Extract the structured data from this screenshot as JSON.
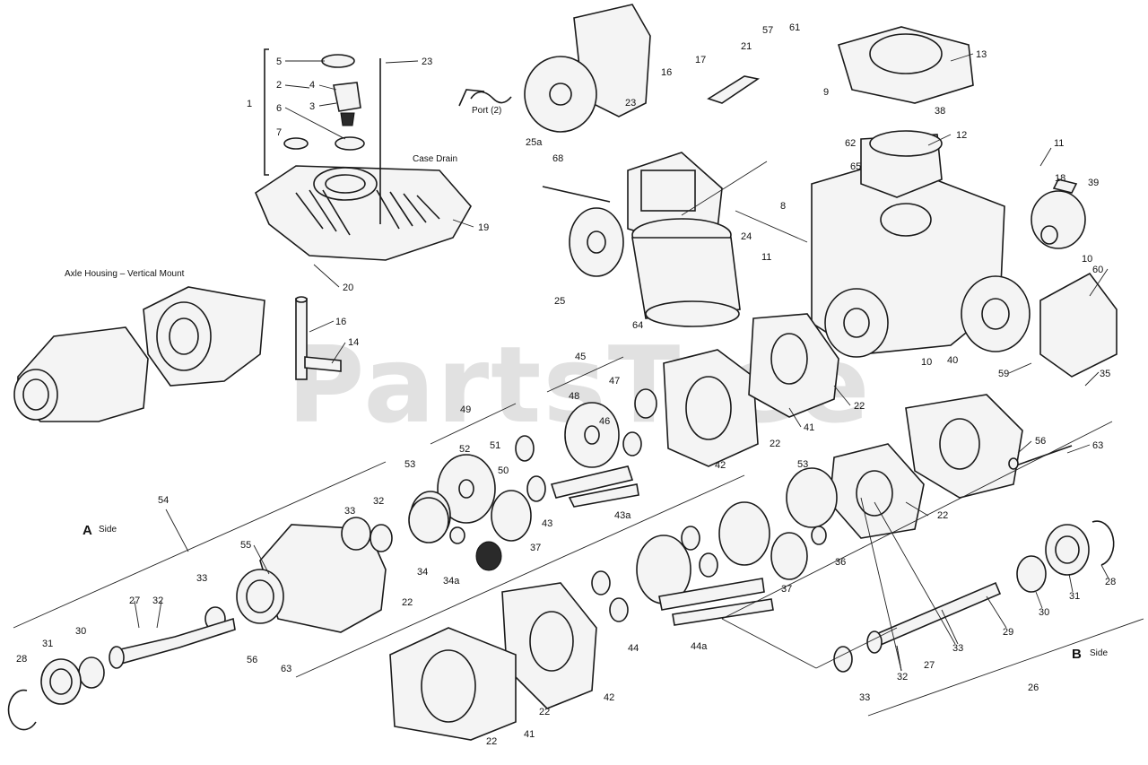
{
  "watermark": "PartsTree",
  "captions": {
    "axle_housing": "Axle Housing – Vertical Mount",
    "case_drain": "Case Drain",
    "port": "Port (2)",
    "side_a_letter": "A",
    "side_a_word": "Side",
    "side_b_letter": "B",
    "side_b_word": "Side"
  },
  "callouts": [
    "5",
    "23",
    "4",
    "2",
    "3",
    "1",
    "6",
    "7",
    "19",
    "20",
    "16",
    "14",
    "25a",
    "23",
    "68",
    "25",
    "64",
    "24",
    "16",
    "17",
    "21",
    "57",
    "61",
    "13",
    "9",
    "38",
    "12",
    "62",
    "65",
    "8",
    "11",
    "18",
    "39",
    "11",
    "10",
    "60",
    "10",
    "40",
    "59",
    "35",
    "45",
    "47",
    "48",
    "46",
    "22",
    "41",
    "22",
    "42",
    "49",
    "51",
    "52",
    "50",
    "43",
    "43a",
    "53",
    "37",
    "34",
    "34a",
    "54",
    "33",
    "32",
    "55",
    "22",
    "56",
    "63",
    "33",
    "27",
    "32",
    "30",
    "31",
    "28",
    "53",
    "36",
    "37",
    "22",
    "56",
    "63",
    "44",
    "44a",
    "42",
    "22",
    "41",
    "22",
    "33",
    "29",
    "30",
    "31",
    "28",
    "32",
    "27",
    "33",
    "26"
  ],
  "icons": [
    "parts-diagram"
  ]
}
